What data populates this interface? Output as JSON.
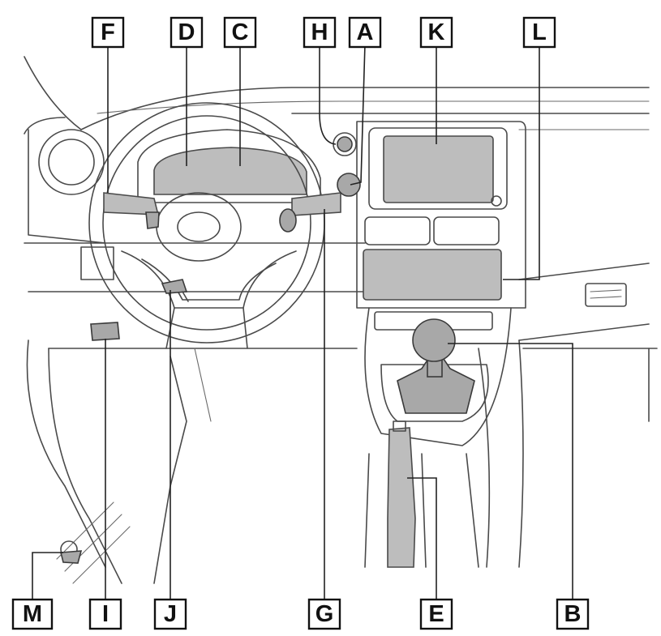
{
  "callouts": [
    {
      "id": "F",
      "text": "F"
    },
    {
      "id": "D",
      "text": "D"
    },
    {
      "id": "C",
      "text": "C"
    },
    {
      "id": "H",
      "text": "H"
    },
    {
      "id": "A",
      "text": "A"
    },
    {
      "id": "K",
      "text": "K"
    },
    {
      "id": "L",
      "text": "L"
    },
    {
      "id": "M",
      "text": "M"
    },
    {
      "id": "I",
      "text": "I"
    },
    {
      "id": "J",
      "text": "J"
    },
    {
      "id": "G",
      "text": "G"
    },
    {
      "id": "E",
      "text": "E"
    },
    {
      "id": "B",
      "text": "B"
    }
  ],
  "colors": {
    "shading": "#bdbdbd",
    "line": "#4a4a4a",
    "label_border": "#111111"
  }
}
